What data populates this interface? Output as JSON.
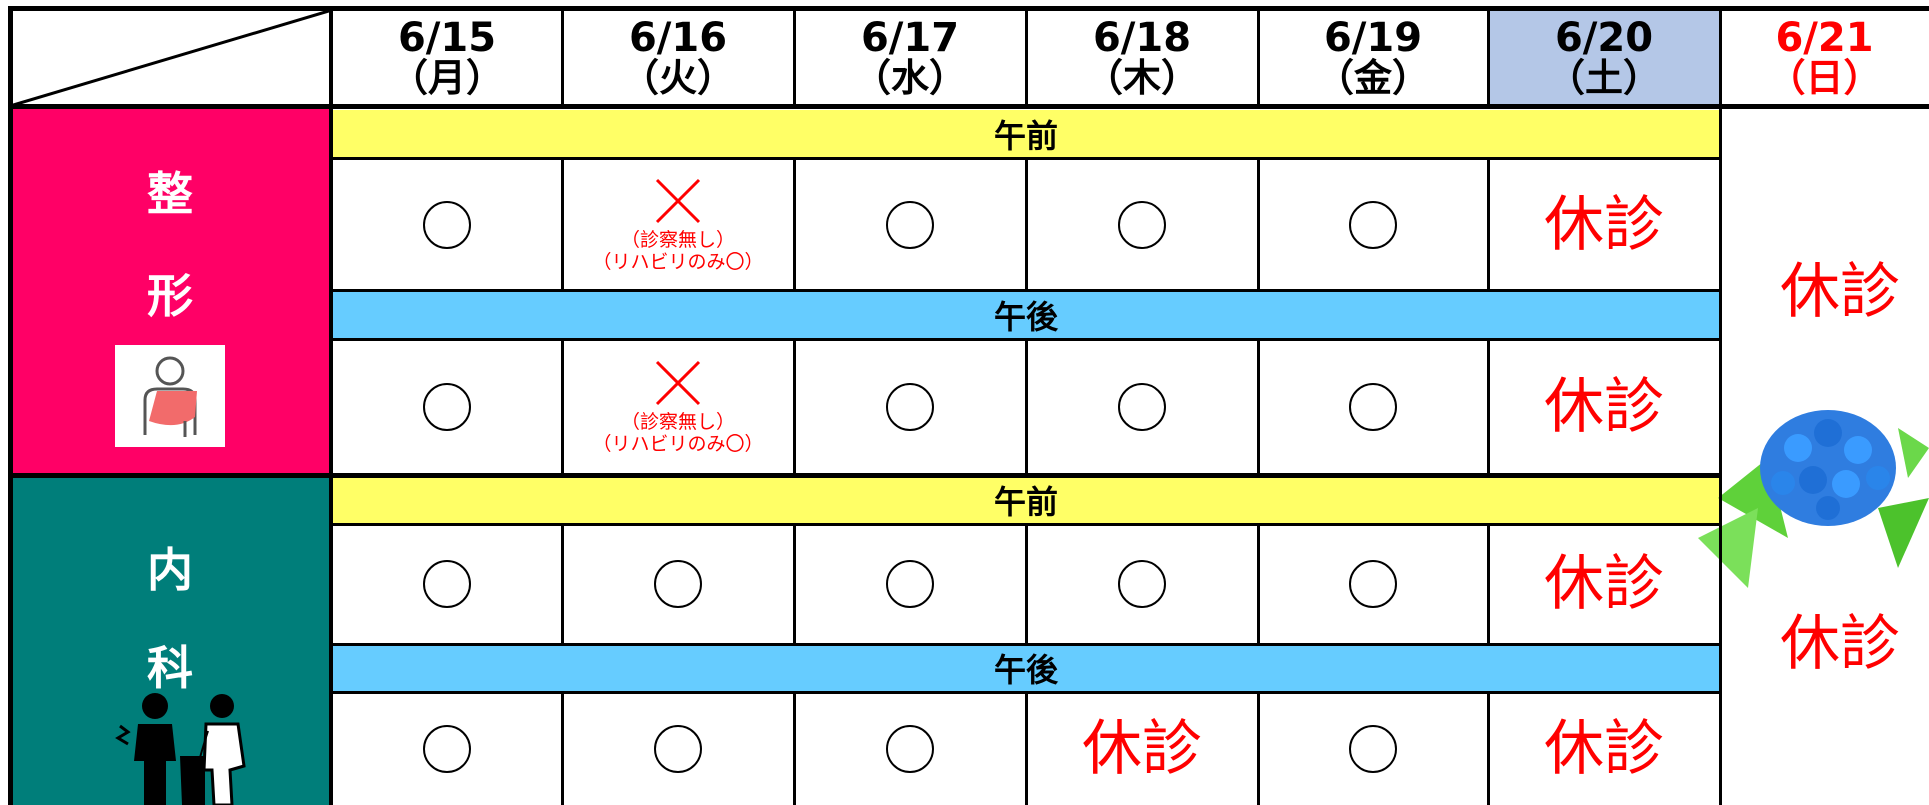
{
  "days": [
    {
      "date": "6/15",
      "weekday": "（月）"
    },
    {
      "date": "6/16",
      "weekday": "（火）"
    },
    {
      "date": "6/17",
      "weekday": "（水）"
    },
    {
      "date": "6/18",
      "weekday": "（木）"
    },
    {
      "date": "6/19",
      "weekday": "（金）"
    },
    {
      "date": "6/20",
      "weekday": "（土）"
    },
    {
      "date": "6/21",
      "weekday": "（日）"
    }
  ],
  "bands": {
    "am": "午前",
    "pm": "午後"
  },
  "ortho": {
    "name_1": "整",
    "name_2": "形",
    "am": [
      "〇",
      "×",
      "〇",
      "〇",
      "〇",
      "休診"
    ],
    "pm": [
      "〇",
      "×",
      "〇",
      "〇",
      "〇",
      "休診"
    ],
    "note_1": "（診察無し）",
    "note_2": "（リハビリのみ〇）"
  },
  "internal": {
    "name_1": "内",
    "name_2": "科",
    "am": [
      "〇",
      "〇",
      "〇",
      "〇",
      "〇",
      "休診"
    ],
    "pm": [
      "〇",
      "〇",
      "〇",
      "休診",
      "〇",
      "休診"
    ]
  },
  "sunday": {
    "ortho": "休診",
    "internal": "休診"
  },
  "colors": {
    "ortho_bg": "#ff0066",
    "internal_bg": "#007e7a",
    "am_band": "#ffff66",
    "pm_band": "#66ccff",
    "saturday_header": "#b4c7e7",
    "closed_text": "#ff0000"
  },
  "icons": {
    "ortho": "arm-sling-icon",
    "internal": "doctor-patient-icon",
    "decoration": "hydrangea-icon"
  }
}
